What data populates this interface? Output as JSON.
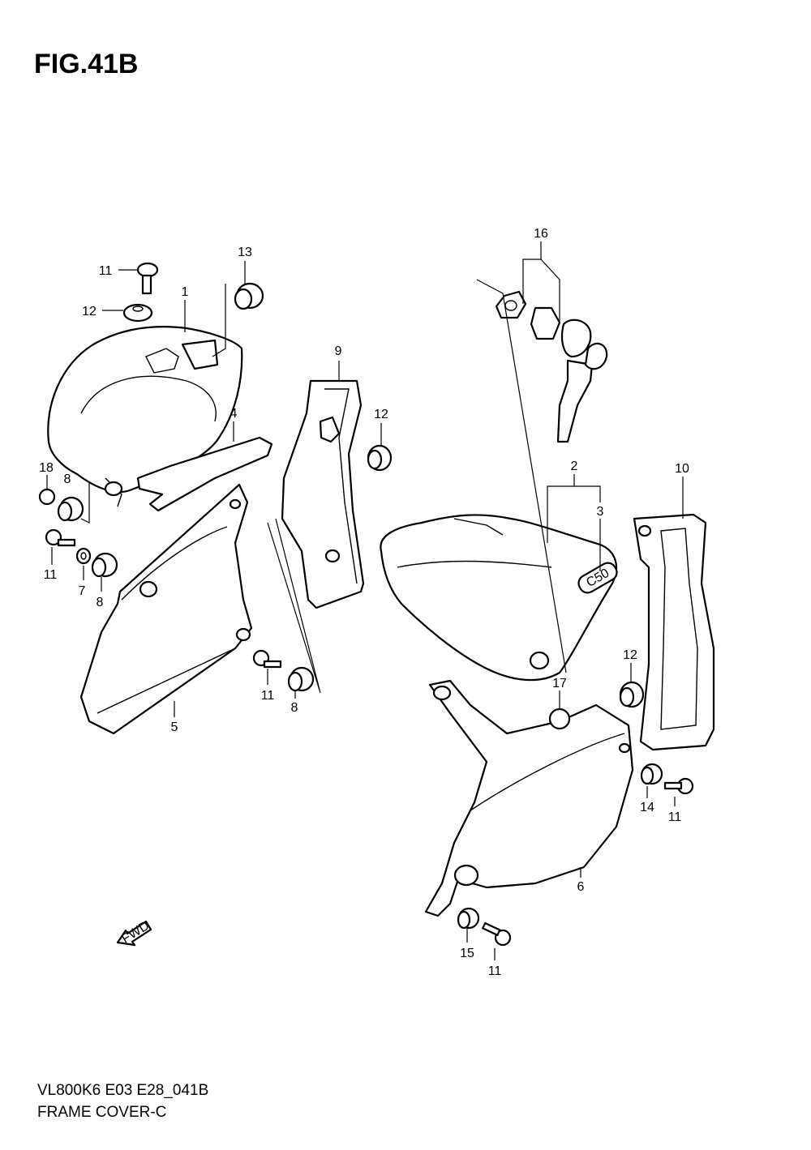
{
  "figure": {
    "title": "FIG.41B",
    "code": "VL800K6 E03 E28_041B",
    "name": "FRAME COVER-C"
  },
  "fwd_label": "FWD",
  "callouts": {
    "c1": "1",
    "c2": "2",
    "c3": "3",
    "c4": "4",
    "c5": "5",
    "c6": "6",
    "c7": "7",
    "c8a": "8",
    "c8b": "8",
    "c8c": "8",
    "c9": "9",
    "c10": "10",
    "c11a": "11",
    "c11b": "11",
    "c11c": "11",
    "c11d": "11",
    "c11e": "11",
    "c12a": "12",
    "c12b": "12",
    "c12c": "12",
    "c13": "13",
    "c14": "14",
    "c15": "15",
    "c16": "16",
    "c17": "17",
    "c18": "18"
  },
  "badge_text": "C50"
}
